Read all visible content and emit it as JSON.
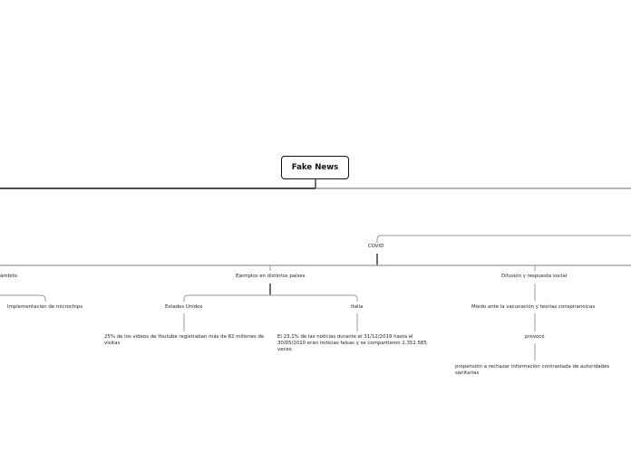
{
  "root": {
    "title": "Fake News"
  },
  "nodes": {
    "covid": "COVID",
    "ambito": "ámbito",
    "microchips": "Implementación de microchips",
    "ejemplos": "Ejemplos en distintos países",
    "difusion": "Difusión y respuesta social",
    "eeuu": "Estados Unidos",
    "italia": "Italia",
    "youtube": "25% de los videos de Youtube registraban más de 62 millones de visitas",
    "italia_stat": "El 23,1% de las noticias durante el 31/12/2019 hasta el 30/05/2020 eran noticias falsas y se compartieron 2.352.585 veces.",
    "miedo": "Miedo ante la vacunación y teorías conspiranoicas",
    "provoco": "provocó",
    "propension": "propensión a rechazar información contrastada de autoridades sanitarias"
  },
  "colors": {
    "line_dark": "#111111",
    "line_grey": "#9a9a9a",
    "text": "#222222"
  }
}
